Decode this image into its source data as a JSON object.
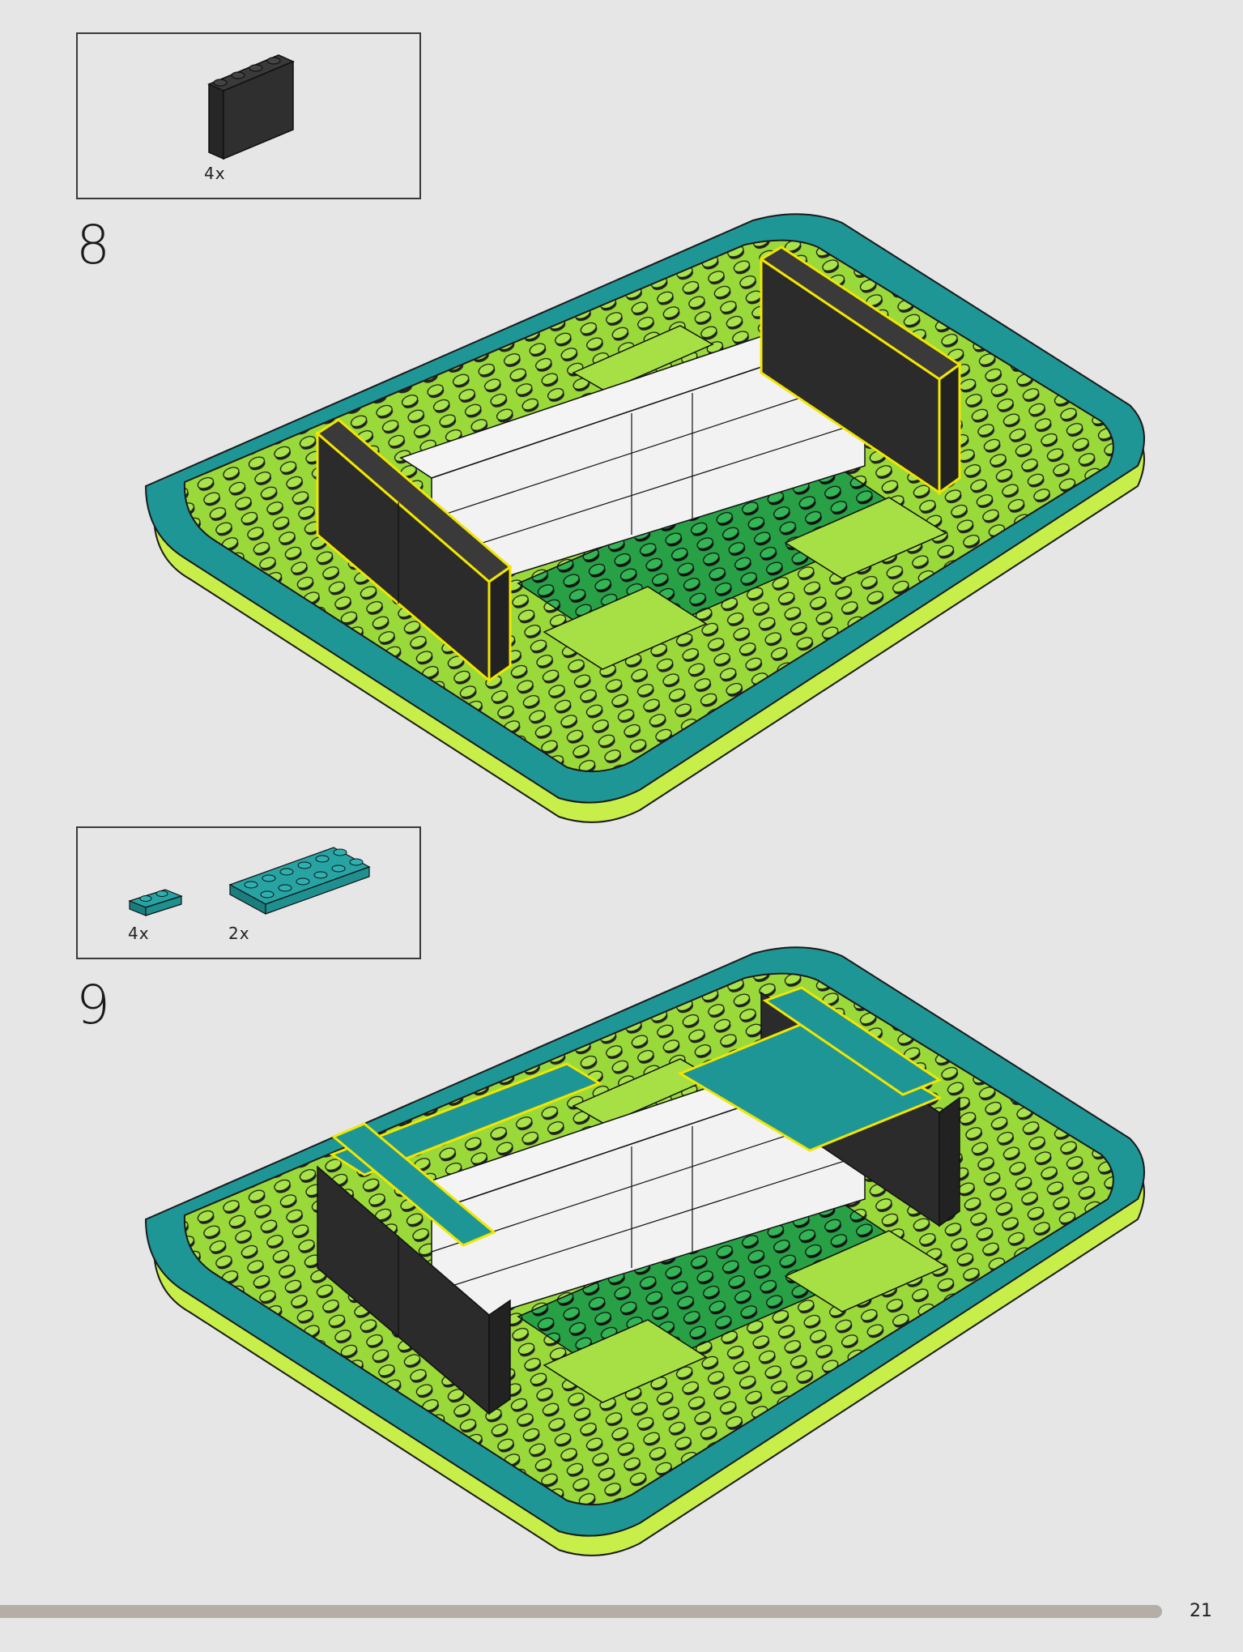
{
  "steps": [
    {
      "number": "8",
      "parts": [
        {
          "quantity": "4x",
          "color": "#2b2b2b",
          "name": "black-brick-1x4x3-icon"
        }
      ]
    },
    {
      "number": "9",
      "parts": [
        {
          "quantity": "4x",
          "color": "#1f8f8f",
          "name": "teal-plate-1x2-icon"
        },
        {
          "quantity": "2x",
          "color": "#1f8f8f",
          "name": "teal-plate-2x6-icon"
        }
      ]
    }
  ],
  "colors": {
    "baseplate_green": "#9ad93a",
    "baseplate_edge": "#c8ee4a",
    "border_teal": "#1f9696",
    "dark_green": "#2aa64a",
    "black_brick": "#2b2b2b",
    "white_brick": "#f2f2f2",
    "highlight": "#f2e600",
    "background": "#e6e6e6"
  },
  "page": {
    "number": "21",
    "progress": 0.93
  }
}
